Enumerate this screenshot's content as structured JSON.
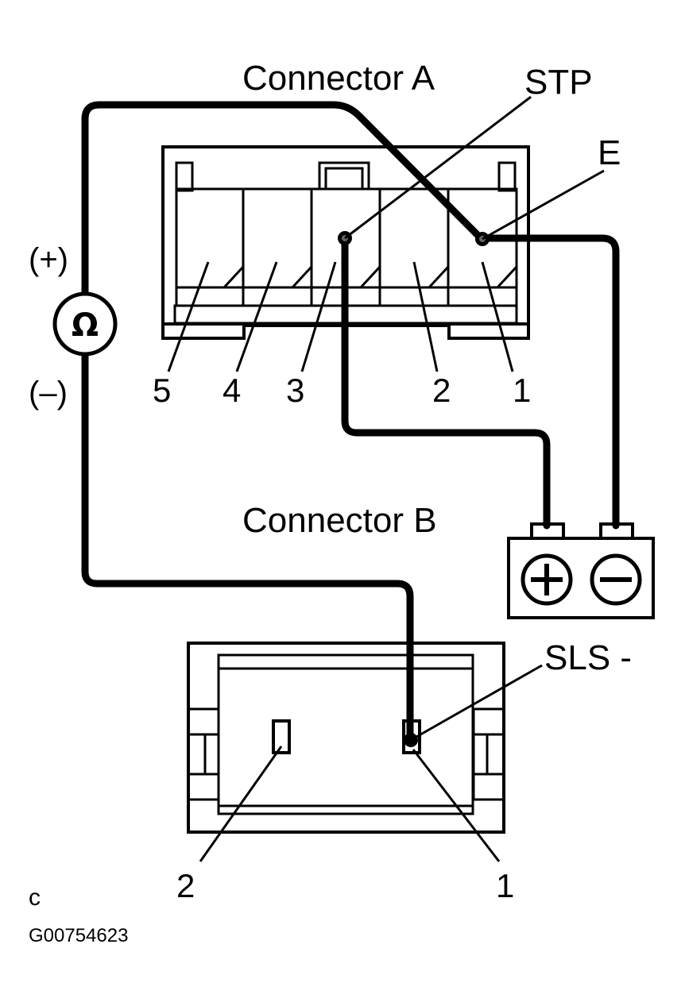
{
  "labels": {
    "connector_a": "Connector A",
    "connector_b": "Connector B",
    "stp": "STP",
    "e": "E",
    "sls": "SLS -",
    "plus": "(+)",
    "minus": "(–)",
    "meter_symbol": "Ω",
    "battery_plus": "+",
    "battery_minus": "−",
    "corner_mark": "c",
    "figure_id": "G00754623"
  },
  "connector_a": {
    "pins": [
      "5",
      "4",
      "3",
      "2",
      "1"
    ]
  },
  "connector_b": {
    "pins": [
      "2",
      "1"
    ]
  },
  "icons": {
    "meter": "ohmmeter-icon",
    "battery": "battery-icon"
  }
}
